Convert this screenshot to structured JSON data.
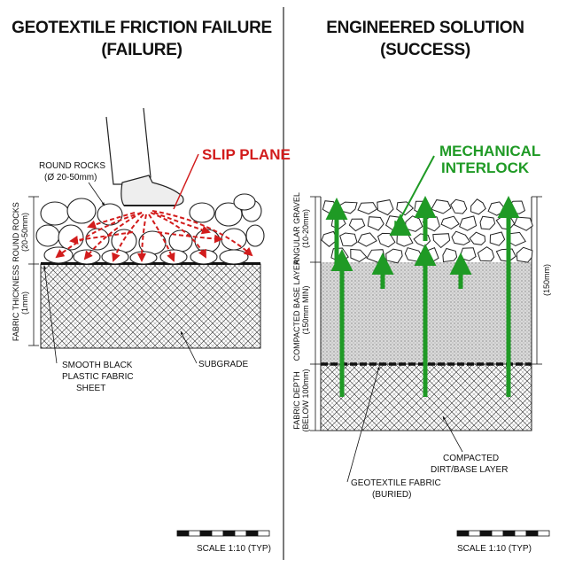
{
  "left": {
    "title_line1": "GEOTEXTILE FRICTION FAILURE",
    "title_line2": "(FAILURE)",
    "slip_plane_label": "SLIP PLANE",
    "round_rocks_label_line1": "ROUND ROCKS",
    "round_rocks_label_line2": "(Ø 20-50mm)",
    "side_label_rocks_line1": "ROUND ROCKS",
    "side_label_rocks_line2": "(20-50mm)",
    "side_label_fabric_line1": "FABRIC THICKNESS",
    "side_label_fabric_line2": "(1mm)",
    "fabric_label_line1": "SMOOTH BLACK",
    "fabric_label_line2": "PLASTIC FABRIC",
    "fabric_label_line3": "SHEET",
    "subgrade_label": "SUBGRADE",
    "scale_label": "SCALE 1:10 (TYP)"
  },
  "right": {
    "title_line1": "ENGINEERED SOLUTION",
    "title_line2": "(SUCCESS)",
    "interlock_label_line1": "MECHANICAL",
    "interlock_label_line2": "INTERLOCK",
    "side_label_gravel_line1": "ANGULAR GRAVEL",
    "side_label_gravel_line2": "(10-20mm)",
    "side_label_base_line1": "COMPACTED BASE LAYER",
    "side_label_base_line2": "(150mm MIN)",
    "side_label_depth_line1": "FABRIC DEPTH",
    "side_label_depth_line2": "(BELOW 100mm)",
    "dim_right_label": "(150mm)",
    "compacted_label_line1": "COMPACTED",
    "compacted_label_line2": "DIRT/BASE LAYER",
    "geotextile_label_line1": "GEOTEXTILE FABRIC",
    "geotextile_label_line2": "(BURIED)",
    "scale_label": "SCALE 1:10 (TYP)"
  },
  "colors": {
    "failure_red": "#d21c1c",
    "success_green": "#1f9a25",
    "ink": "#111111"
  }
}
